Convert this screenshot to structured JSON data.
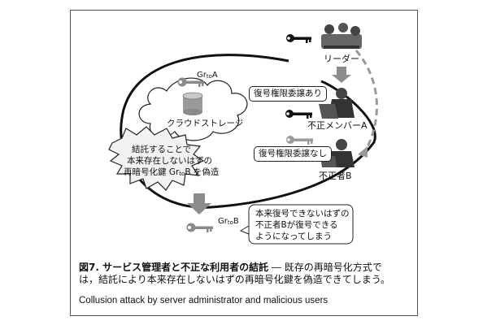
{
  "labels": {
    "key_a_name": "Gr",
    "key_a_sub": "to",
    "key_a_suffix": "A",
    "cloud_storage": "クラウドストレージ",
    "leader": "リーダー",
    "delegation_yes": "復号権限委譲あり",
    "member_a": "不正メンバーA",
    "delegation_no": "復号権限委譲なし",
    "person_b": "不正者B",
    "burst_line1": "結託することで",
    "burst_line2": "本来存在しないはずの",
    "burst_line3_pre": "再暗号化鍵 Gr",
    "burst_line3_sub": "to",
    "burst_line3_post": "B を偽造",
    "key_b_name": "Gr",
    "key_b_sub": "to",
    "key_b_suffix": "B",
    "result_line1": "本来復号できないはずの",
    "result_line2": "不正者Bが復号できる",
    "result_line3": "ようになってしまう"
  },
  "caption": {
    "title": "図7. サービス管理者と不正な利用者の結託",
    "body_part1": " ― 既存の再暗号化方式で",
    "body_part2": "は，結託により本来存在しないはずの再暗号化鍵を偽造できてしまう。",
    "english": "Collusion attack by server administrator and malicious users"
  },
  "colors": {
    "frame": "#555555",
    "ink": "#111111",
    "key_gray": "#8a8a8a",
    "arrow_gray": "#8c8c8c",
    "dashed": "#999999",
    "burst_fill": "#f2f2f2"
  }
}
